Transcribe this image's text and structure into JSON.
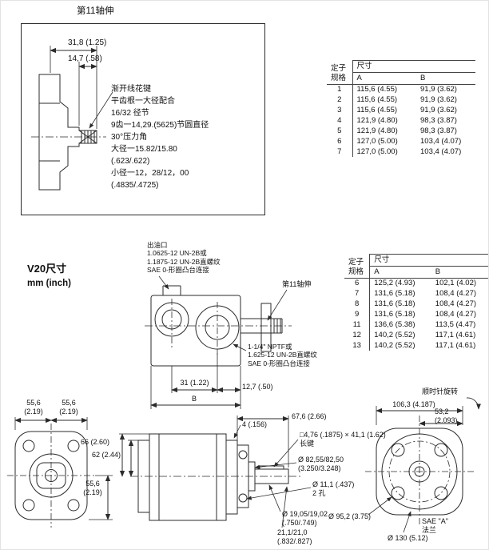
{
  "top_detail": {
    "title": "第11轴伸",
    "dim_overall": "31,8 (1.25)",
    "dim_spline": "14,7 (.58)",
    "notes": "渐开线花键\n平齿根一大径配合\n16/32 径节\n9齿一14,29.(5625)节圆直径\n30°压力角\n大径一15.82/15.80\n(.623/.622)\n小径一12，28/12，00\n(.4835/.4725)"
  },
  "table1": {
    "header_spec": "定子\n规格",
    "header_dim": "尺寸",
    "col_a": "A",
    "col_b": "B",
    "rows": [
      {
        "spec": "1",
        "a": "115,6 (4.55)",
        "b": "91,9 (3.62)"
      },
      {
        "spec": "2",
        "a": "115,6 (4.55)",
        "b": "91,9 (3.62)"
      },
      {
        "spec": "3",
        "a": "115,6 (4.55)",
        "b": "91,9 (3.62)"
      },
      {
        "spec": "4",
        "a": "121,9 (4.80)",
        "b": "98,3 (3.87)"
      },
      {
        "spec": "5",
        "a": "121,9 (4.80)",
        "b": "98,3 (3.87)"
      },
      {
        "spec": "6",
        "a": "127,0 (5.00)",
        "b": "103,4 (4.07)"
      },
      {
        "spec": "7",
        "a": "127,0 (5.00)",
        "b": "103,4 (4.07)"
      }
    ]
  },
  "table2": {
    "header_spec": "定子\n规格",
    "header_dim": "尺寸",
    "col_a": "A",
    "col_b": "B",
    "rows": [
      {
        "spec": "6",
        "a": "125,2 (4.93)",
        "b": "102,1 (4.02)"
      },
      {
        "spec": "7",
        "a": "131,6 (5.18)",
        "b": "108,4 (4.27)"
      },
      {
        "spec": "8",
        "a": "131,6 (5.18)",
        "b": "108,4 (4.27)"
      },
      {
        "spec": "9",
        "a": "131,6 (5.18)",
        "b": "108,4 (4.27)"
      },
      {
        "spec": "11",
        "a": "136,6 (5.38)",
        "b": "113,5 (4.47)"
      },
      {
        "spec": "12",
        "a": "140,2 (5.52)",
        "b": "117,1 (4.61)"
      },
      {
        "spec": "13",
        "a": "140,2 (5.52)",
        "b": "117,1 (4.61)"
      }
    ]
  },
  "section": {
    "title": "V20尺寸",
    "units": "mm (inch)",
    "outlet_label": "出油口\n1.0625-12 UN-2B或\n1.1875-12 UN-2B直螺纹\nSAE 0-形圈凸台连接",
    "shaft_label": "第11轴伸",
    "inlet_label": "1-1/4\" NPTF或\n1.625-12 UN-2B直螺纹\nSAE 0-形圈凸台连接",
    "dim_31": "31 (1.22)",
    "dim_127": "12,7 (.50)",
    "dim_b": "B",
    "rotation_label": "顺时针旋转"
  },
  "front_view": {
    "dim_top_left": "55,6\n(2.19)",
    "dim_top_right": "55,6\n(2.19)",
    "dim_66": "66 (2.60)",
    "dim_62": "62 (2.44)",
    "dim_bottom": "55,6\n(2.19)"
  },
  "side_view": {
    "dim_4": "4 (.156)",
    "dim_676": "67,6 (2.66)",
    "key_label": "□4,76 (.1875) × 41,1 (1.62)\n长键",
    "pilot_dia": "Ø 82,55/82,50\n(3.250/3.248)",
    "hole_dia": "Ø 11,1 (.437)\n2 孔",
    "shaft_dia": "Ø 19,05/19,02\n(.750/.749)",
    "dim_211": "21,1/21,0\n(.832/.827)"
  },
  "rear_view": {
    "dim_1063": "106,3 (4.187)",
    "dim_532": "53,2\n(2.093)",
    "bolt_circle": "Ø 95,2 (3.75)",
    "outer_dia": "Ø 130 (5.12)",
    "flange_label": "SAE \"A\"\n法兰"
  },
  "colors": {
    "line": "#2b2b2b",
    "text": "#111111"
  }
}
